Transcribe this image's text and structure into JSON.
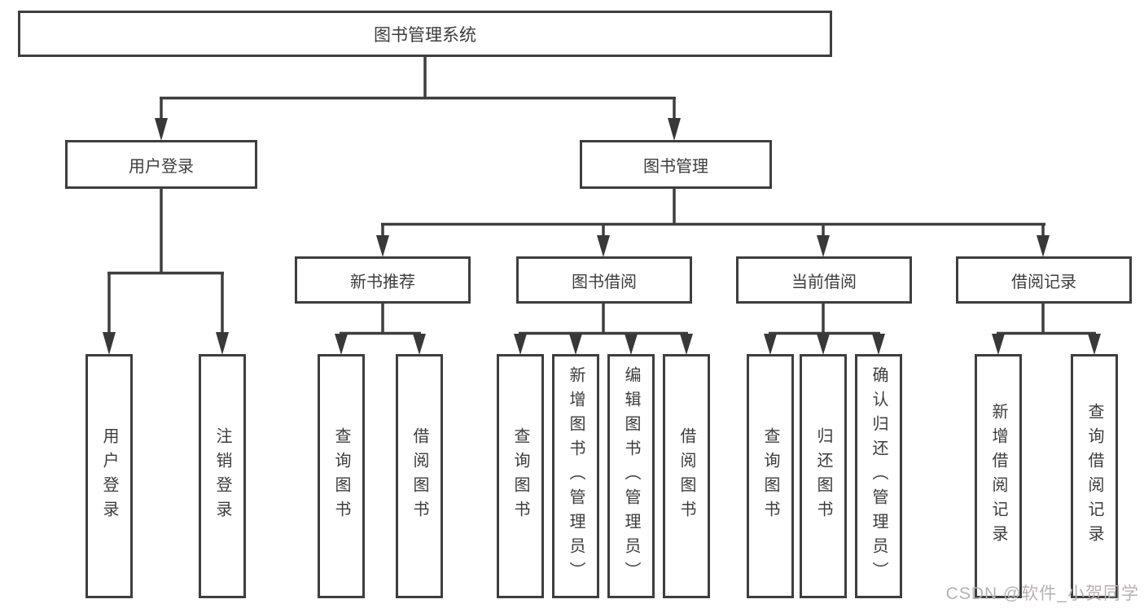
{
  "root": {
    "label": "图书管理系统"
  },
  "branches": [
    {
      "label": "用户登录",
      "children": [
        {
          "label": "用户登录"
        },
        {
          "label": "注销登录"
        }
      ]
    },
    {
      "label": "图书管理",
      "children": [
        {
          "label": "新书推荐",
          "children": [
            {
              "label": "查询图书"
            },
            {
              "label": "借阅图书"
            }
          ]
        },
        {
          "label": "图书借阅",
          "children": [
            {
              "label": "查询图书"
            },
            {
              "label": "新增图书（管理员）"
            },
            {
              "label": "编辑图书（管理员）"
            },
            {
              "label": "借阅图书"
            }
          ]
        },
        {
          "label": "当前借阅",
          "children": [
            {
              "label": "查询图书"
            },
            {
              "label": "归还图书"
            },
            {
              "label": "确认归还（管理员）"
            }
          ]
        },
        {
          "label": "借阅记录",
          "children": [
            {
              "label": "新增借阅记录"
            },
            {
              "label": "查询借阅记录"
            }
          ]
        }
      ]
    }
  ],
  "watermark": {
    "text": "CSDN @软件_小贺同学"
  },
  "colors": {
    "line": "#3e3e3e",
    "text": "#3c3c3c",
    "watermark": "#b8b1b1",
    "background": "#ffffff"
  }
}
